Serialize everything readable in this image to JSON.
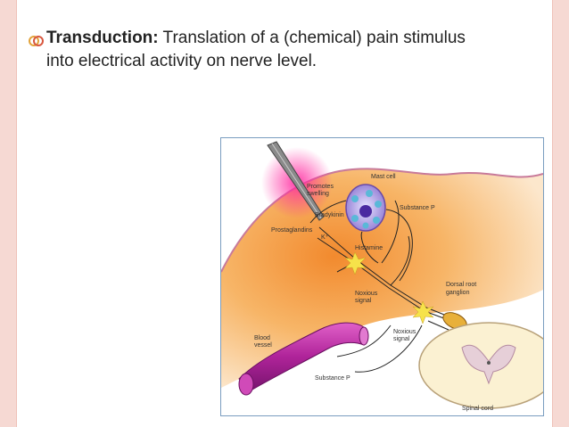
{
  "slide": {
    "bullet_icon": "ring-bullet-icon",
    "term": "Transduction:",
    "definition": " Translation of a (chemical) pain stimulus into electrical activity on nerve level."
  },
  "diagram": {
    "labels": {
      "promotes_swelling_1": "Promotes",
      "promotes_swelling_2": "swelling",
      "mast_cell": "Mast cell",
      "bradykinin": "Bradykinin",
      "substance_p_top": "Substance P",
      "prostaglandins": "Prostaglandins",
      "potassium": "K⁺",
      "histamine": "Histamine",
      "noxious_signal_1a": "Noxious",
      "noxious_signal_1b": "signal",
      "dorsal_root_1": "Dorsal root",
      "dorsal_root_2": "ganglion",
      "blood_vessel_1": "Blood",
      "blood_vessel_2": "vessel",
      "noxious_signal_2a": "Noxious",
      "noxious_signal_2b": "signal",
      "substance_p_bottom": "Substance P",
      "spinal_cord": "Spinal cord"
    }
  }
}
